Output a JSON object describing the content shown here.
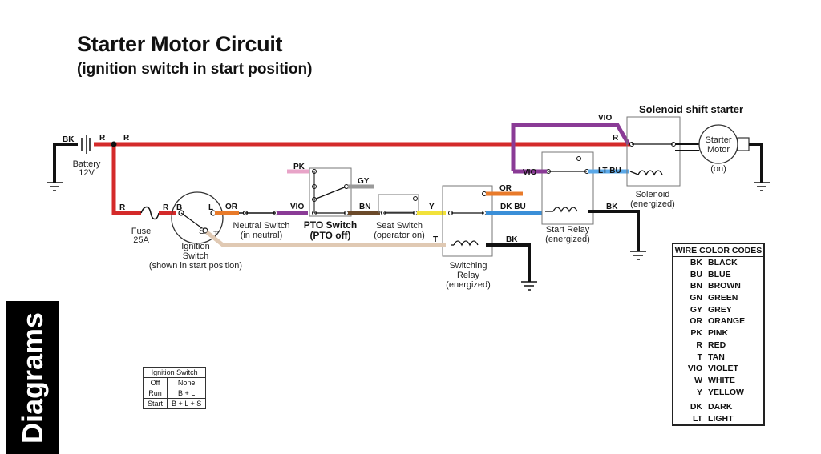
{
  "title": "Starter Motor Circuit",
  "subtitle": "(ignition switch in start position)",
  "side_tab": "Diagrams",
  "colors": {
    "red": "#d42a2a",
    "violet": "#8a3b96",
    "pink": "#e8a4c8",
    "grey": "#9a9a9a",
    "orange": "#e87a2a",
    "brown": "#6b4a2a",
    "yellow": "#f2e23a",
    "dark_blue": "#3a8fd8",
    "light_blue": "#5aa8e8",
    "tan": "#e0c9b3",
    "black": "#111111"
  },
  "components": {
    "battery": {
      "label": "Battery",
      "value": "12V"
    },
    "fuse": {
      "label": "Fuse",
      "value": "25A"
    },
    "ignition": {
      "label": "Ignition",
      "label2": "Switch",
      "note": "(shown in start position)",
      "term_b": "B",
      "term_l": "L",
      "term_s": "S",
      "term_t": "T"
    },
    "neutral": {
      "label": "Neutral Switch",
      "state": "(in neutral)"
    },
    "pto": {
      "label": "PTO Switch",
      "state": "(PTO off)"
    },
    "seat": {
      "label": "Seat Switch",
      "state": "(operator on)"
    },
    "switching_relay": {
      "label": "Switching",
      "label2": "Relay",
      "state": "(energized)"
    },
    "start_relay": {
      "label": "Start Relay",
      "state": "(energized)"
    },
    "solenoid": {
      "title": "Solenoid shift starter",
      "label": "Solenoid",
      "state": "(energized)"
    },
    "motor": {
      "label": "Starter",
      "label2": "Motor",
      "state": "(on)"
    }
  },
  "wire_labels": {
    "bk_batt": "BK",
    "r_batt": "R",
    "r_top": "R",
    "r_fuse_left": "R",
    "r_fuse_right": "R",
    "or_ign": "OR",
    "vio_pto": "VIO",
    "pk_pto": "PK",
    "gy_pto": "GY",
    "bn_seat": "BN",
    "y_relay": "Y",
    "or_relay": "OR",
    "dk_bu": "DK BU",
    "bk_switch": "BK",
    "t_switch": "T",
    "vio_top": "VIO",
    "vio_relay": "VIO",
    "lt_bu": "LT BU",
    "bk_start": "BK",
    "r_sol": "R"
  },
  "ignition_table": {
    "header": "Ignition Switch",
    "rows": [
      {
        "pos": "Off",
        "conn": "None"
      },
      {
        "pos": "Run",
        "conn": "B + L"
      },
      {
        "pos": "Start",
        "conn": "B + L + S"
      }
    ]
  },
  "legend": {
    "title": "WIRE COLOR CODES",
    "items": [
      {
        "code": "BK",
        "name": "BLACK"
      },
      {
        "code": "BU",
        "name": "BLUE"
      },
      {
        "code": "BN",
        "name": "BROWN"
      },
      {
        "code": "GN",
        "name": "GREEN"
      },
      {
        "code": "GY",
        "name": "GREY"
      },
      {
        "code": "OR",
        "name": "ORANGE"
      },
      {
        "code": "PK",
        "name": "PINK"
      },
      {
        "code": "R",
        "name": "RED"
      },
      {
        "code": "T",
        "name": "TAN"
      },
      {
        "code": "VIO",
        "name": "VIOLET"
      },
      {
        "code": "W",
        "name": "WHITE"
      },
      {
        "code": "Y",
        "name": "YELLOW"
      },
      {
        "code": "DK",
        "name": "DARK"
      },
      {
        "code": "LT",
        "name": "LIGHT"
      }
    ]
  }
}
